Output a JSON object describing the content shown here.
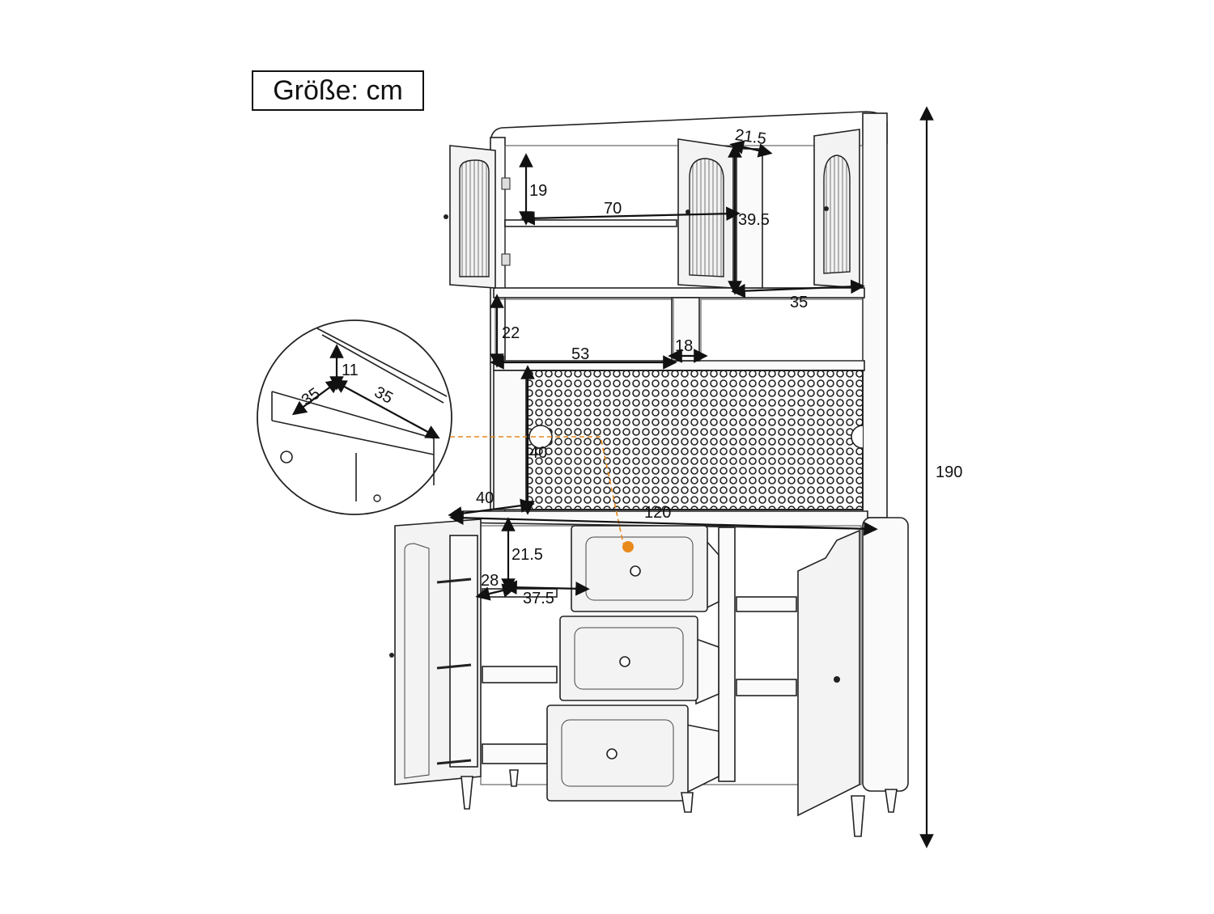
{
  "title": "Größe: cm",
  "dimensions": {
    "d_21_5_top": "21.5",
    "d_19": "19",
    "d_70": "70",
    "d_39_5": "39.5",
    "d_35_right": "35",
    "d_22": "22",
    "d_53": "53",
    "d_18": "18",
    "d_40_back": "40",
    "d_40_depth": "40",
    "d_120": "120",
    "d_21_5_lower": "21.5",
    "d_28": "28",
    "d_37_5": "37.5",
    "d_190": "190"
  },
  "drawer_detail": {
    "d_11": "11",
    "d_35_width": "35",
    "d_35_depth": "35"
  },
  "colors": {
    "callout_line": "#e8891c",
    "line": "#222222"
  }
}
